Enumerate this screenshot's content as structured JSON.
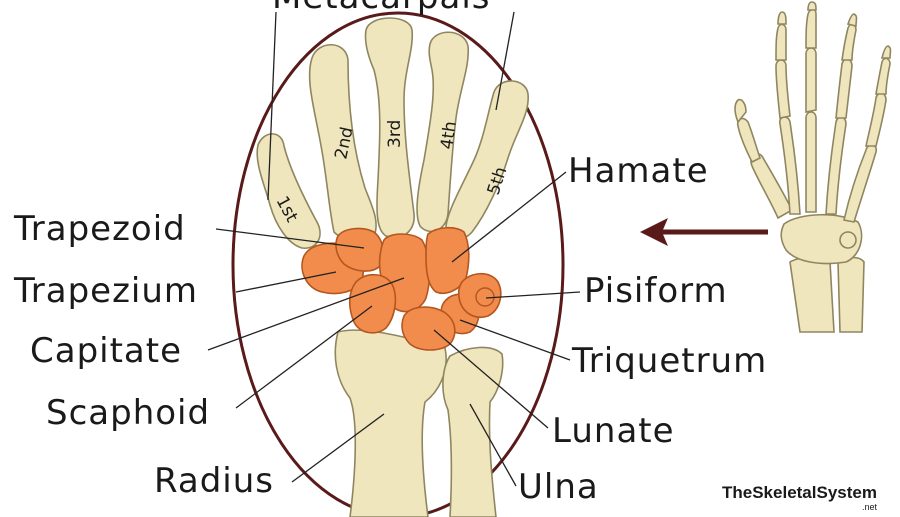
{
  "title": "Metacarpals",
  "metacarpal_labels": [
    "1st",
    "2nd",
    "3rd",
    "4th",
    "5th"
  ],
  "labels": {
    "trapezoid": "Trapezoid",
    "trapezium": "Trapezium",
    "capitate": "Capitate",
    "scaphoid": "Scaphoid",
    "radius": "Radius",
    "hamate": "Hamate",
    "pisiform": "Pisiform",
    "triquetrum": "Triquetrum",
    "lunate": "Lunate",
    "ulna": "Ulna"
  },
  "watermark": {
    "name": "TheSkeletalSystem",
    "suffix": ".net"
  },
  "colors": {
    "bone": "#f0e6bd",
    "carpal": "#f28c4c",
    "oval": "#5a1a1a",
    "arrow": "#5a1a1a"
  }
}
